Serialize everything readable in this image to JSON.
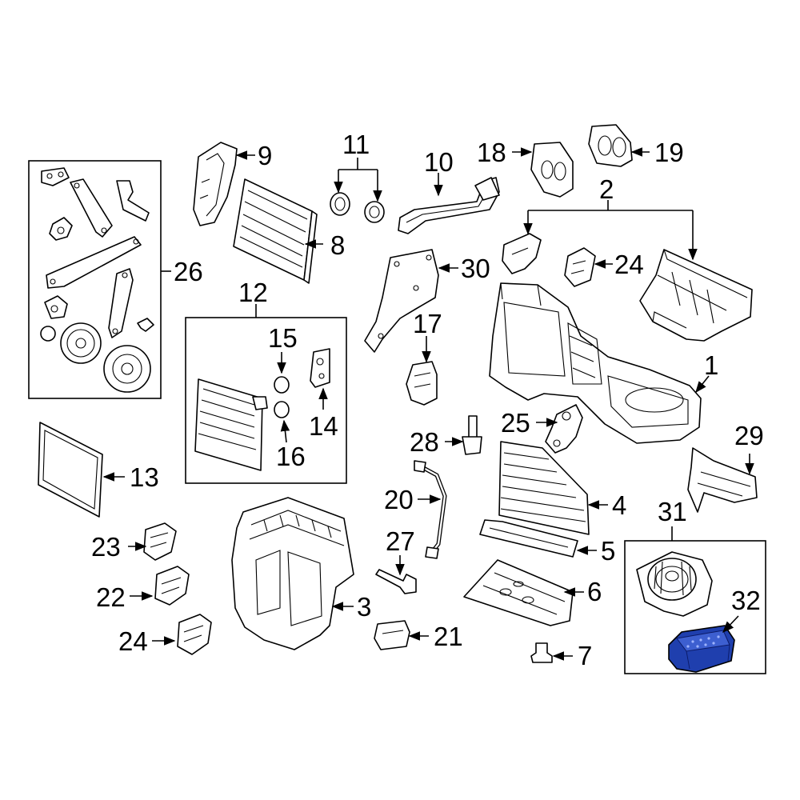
{
  "labels": {
    "p1": "1",
    "p2": "2",
    "p3": "3",
    "p4": "4",
    "p5": "5",
    "p6": "6",
    "p7": "7",
    "p8": "8",
    "p9": "9",
    "p10": "10",
    "p11": "11",
    "p12": "12",
    "p13": "13",
    "p14": "14",
    "p15": "15",
    "p16": "16",
    "p17": "17",
    "p18": "18",
    "p19": "19",
    "p20": "20",
    "p21": "21",
    "p22": "22",
    "p23": "23",
    "p24a": "24",
    "p24b": "24",
    "p25": "25",
    "p26": "26",
    "p27": "27",
    "p28": "28",
    "p29": "29",
    "p30": "30",
    "p31": "31",
    "p32": "32"
  },
  "colors": {
    "highlight": "#1f3fae",
    "line": "#000000",
    "background": "#ffffff"
  },
  "highlighted_part": "32"
}
